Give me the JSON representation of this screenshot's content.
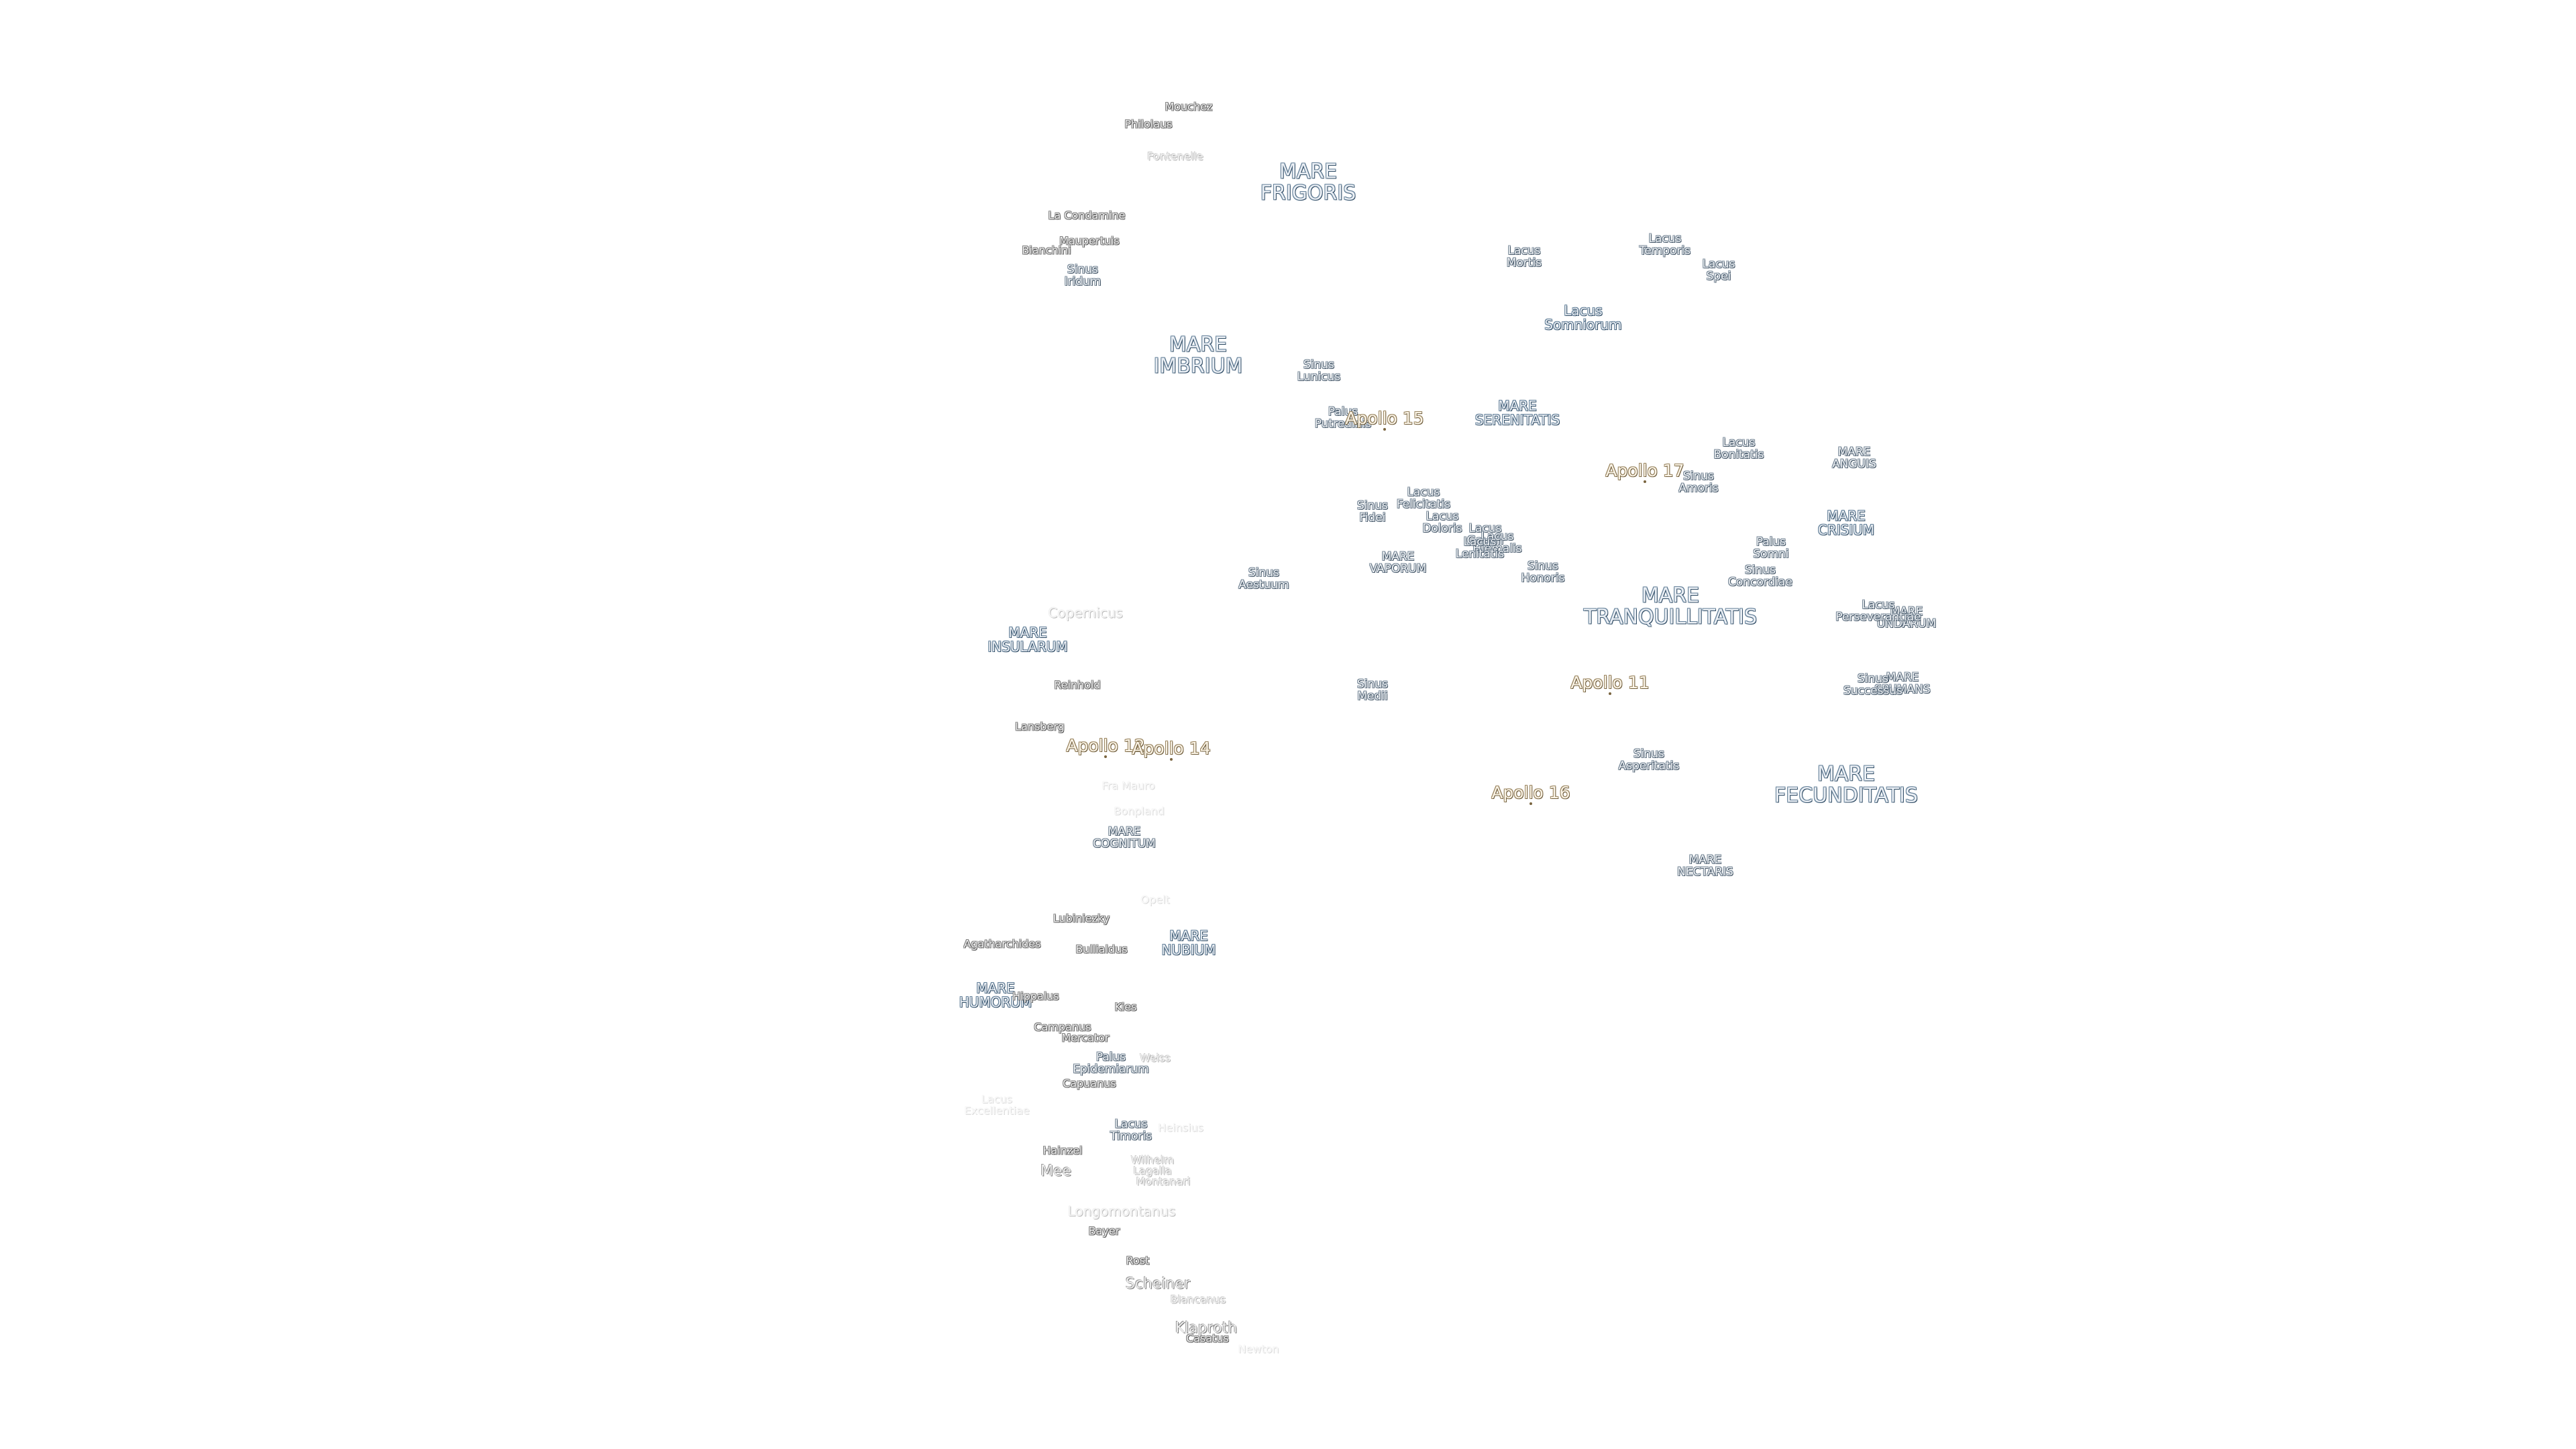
{
  "labels": [
    {
      "text": [
        "MARE",
        "FRIGORIS"
      ],
      "kind": "sea",
      "name": "label-mare-frigoris"
    },
    {
      "text": [
        "MARE",
        "IMBRIUM"
      ],
      "kind": "sea",
      "name": "label-mare-imbrium"
    },
    {
      "text": [
        "MARE",
        "SERENITATIS"
      ],
      "kind": "sea-sm",
      "name": "label-mare-serenitatis"
    },
    {
      "text": [
        "MARE",
        "TRANQUILLITATIS"
      ],
      "kind": "sea",
      "name": "label-mare-tranquillitatis"
    },
    {
      "text": [
        "MARE",
        "CRISIUM"
      ],
      "kind": "sea-sm",
      "name": "label-mare-crisium"
    },
    {
      "text": [
        "MARE",
        "FECUNDITATIS"
      ],
      "kind": "sea",
      "name": "label-mare-fecunditatis"
    },
    {
      "text": [
        "MARE",
        "NECTARIS"
      ],
      "kind": "minor",
      "name": "label-mare-nectaris"
    },
    {
      "text": [
        "MARE",
        "INSULARUM"
      ],
      "kind": "sea-sm",
      "name": "label-mare-insularum"
    },
    {
      "text": [
        "MARE",
        "COGNITUM"
      ],
      "kind": "minor",
      "name": "label-mare-cognitum"
    },
    {
      "text": [
        "MARE",
        "NUBIUM"
      ],
      "kind": "sea-sm",
      "name": "label-mare-nubium"
    },
    {
      "text": [
        "MARE",
        "HUMORUM"
      ],
      "kind": "sea-sm",
      "name": "label-mare-humorum"
    },
    {
      "text": [
        "MARE",
        "VAPORUM"
      ],
      "kind": "minor",
      "name": "label-mare-vaporum"
    },
    {
      "text": [
        "MARE",
        "ANGUIS"
      ],
      "kind": "minor",
      "name": "label-mare-anguis"
    },
    {
      "text": [
        "MARE",
        "UNDARUM"
      ],
      "kind": "minor",
      "name": "label-mare-undarum"
    },
    {
      "text": [
        "MARE",
        "SPUMANS"
      ],
      "kind": "minor",
      "name": "label-mare-spumans"
    },
    {
      "text": [
        "Lacus",
        "Mortis"
      ],
      "kind": "minor",
      "name": "label-lacus-mortis"
    },
    {
      "text": [
        "Lacus",
        "Temporis"
      ],
      "kind": "minor",
      "name": "label-lacus-temporis"
    },
    {
      "text": [
        "Lacus",
        "Spei"
      ],
      "kind": "minor",
      "name": "label-lacus-spei"
    },
    {
      "text": [
        "Lacus",
        "Somniorum"
      ],
      "kind": "sea-sm",
      "name": "label-lacus-somniorum"
    },
    {
      "text": [
        "Lacus",
        "Bonitatis"
      ],
      "kind": "minor",
      "name": "label-lacus-bonitatis"
    },
    {
      "text": [
        "Lacus",
        "Felicitatis"
      ],
      "kind": "minor",
      "name": "label-lacus-felicitatis"
    },
    {
      "text": [
        "Lacus",
        "Doloris"
      ],
      "kind": "minor",
      "name": "label-lacus-doloris"
    },
    {
      "text": [
        "Lacus",
        "Gaudii"
      ],
      "kind": "minor",
      "name": "label-lacus-gaudii"
    },
    {
      "text": [
        "Lacus",
        "Hiemalis"
      ],
      "kind": "minor",
      "name": "label-lacus-hiemalis"
    },
    {
      "text": [
        "Lacus",
        "Lenitatis"
      ],
      "kind": "minor",
      "name": "label-lacus-lenitatis"
    },
    {
      "text": [
        "Lacus",
        "Perseverantiae"
      ],
      "kind": "minor",
      "name": "label-lacus-perseverantiae"
    },
    {
      "text": [
        "Lacus",
        "Timoris"
      ],
      "kind": "minor",
      "name": "label-lacus-timoris"
    },
    {
      "text": [
        "Lacus",
        "Excellentiae"
      ],
      "kind": "vfaint",
      "name": "label-lacus-excellentiae"
    },
    {
      "text": [
        "Sinus",
        "Iridum"
      ],
      "kind": "minor",
      "name": "label-sinus-iridum"
    },
    {
      "text": [
        "Sinus",
        "Lunicus"
      ],
      "kind": "minor",
      "name": "label-sinus-lunicus"
    },
    {
      "text": [
        "Sinus",
        "Amoris"
      ],
      "kind": "minor",
      "name": "label-sinus-amoris"
    },
    {
      "text": [
        "Sinus",
        "Fidei"
      ],
      "kind": "minor",
      "name": "label-sinus-fidei"
    },
    {
      "text": [
        "Sinus",
        "Honoris"
      ],
      "kind": "minor",
      "name": "label-sinus-honoris"
    },
    {
      "text": [
        "Sinus",
        "Aestuum"
      ],
      "kind": "minor",
      "name": "label-sinus-aestuum"
    },
    {
      "text": [
        "Sinus",
        "Concordiae"
      ],
      "kind": "minor",
      "name": "label-sinus-concordiae"
    },
    {
      "text": [
        "Sinus",
        "Medii"
      ],
      "kind": "minor",
      "name": "label-sinus-medii"
    },
    {
      "text": [
        "Sinus",
        "Successus"
      ],
      "kind": "minor",
      "name": "label-sinus-successus"
    },
    {
      "text": [
        "Sinus",
        "Asperitatis"
      ],
      "kind": "minor",
      "name": "label-sinus-asperitatis"
    },
    {
      "text": [
        "Palus",
        "Putredinis"
      ],
      "kind": "minor",
      "name": "label-palus-putredinis"
    },
    {
      "text": [
        "Palus",
        "Somni"
      ],
      "kind": "minor",
      "name": "label-palus-somni"
    },
    {
      "text": [
        "Palus",
        "Epidemiarum"
      ],
      "kind": "minor",
      "name": "label-palus-epidemiarum"
    },
    {
      "text": [
        "Mouchez"
      ],
      "kind": "crater",
      "name": "label-mouchez"
    },
    {
      "text": [
        "Philolaus"
      ],
      "kind": "crater",
      "name": "label-philolaus"
    },
    {
      "text": [
        "Fontenelle"
      ],
      "kind": "faint",
      "name": "label-fontenelle"
    },
    {
      "text": [
        "La Condamine"
      ],
      "kind": "crater",
      "name": "label-la-condamine"
    },
    {
      "text": [
        "Maupertuis"
      ],
      "kind": "crater",
      "name": "label-maupertuis"
    },
    {
      "text": [
        "Bianchini"
      ],
      "kind": "crater",
      "name": "label-bianchini"
    },
    {
      "text": [
        "Copernicus"
      ],
      "kind": "faint-lg",
      "name": "label-copernicus"
    },
    {
      "text": [
        "Reinhold"
      ],
      "kind": "crater",
      "name": "label-reinhold"
    },
    {
      "text": [
        "Lansberg"
      ],
      "kind": "crater",
      "name": "label-lansberg"
    },
    {
      "text": [
        "Fra Mauro"
      ],
      "kind": "vfaint",
      "name": "label-fra-mauro"
    },
    {
      "text": [
        "Bonpland"
      ],
      "kind": "vfaint",
      "name": "label-bonpland"
    },
    {
      "text": [
        "Opelt"
      ],
      "kind": "vfaint",
      "name": "label-opelt"
    },
    {
      "text": [
        "Lubiniezky"
      ],
      "kind": "crater",
      "name": "label-lubiniezky"
    },
    {
      "text": [
        "Agatharchides"
      ],
      "kind": "crater",
      "name": "label-agatharchides"
    },
    {
      "text": [
        "Bullialdus"
      ],
      "kind": "crater",
      "name": "label-bullialdus"
    },
    {
      "text": [
        "Hippalus"
      ],
      "kind": "crater",
      "name": "label-hippalus"
    },
    {
      "text": [
        "Kies"
      ],
      "kind": "crater",
      "name": "label-kies"
    },
    {
      "text": [
        "Campanus"
      ],
      "kind": "crater",
      "name": "label-campanus"
    },
    {
      "text": [
        "Mercator"
      ],
      "kind": "crater",
      "name": "label-mercator"
    },
    {
      "text": [
        "Weiss"
      ],
      "kind": "faint",
      "name": "label-weiss"
    },
    {
      "text": [
        "Capuanus"
      ],
      "kind": "crater",
      "name": "label-capuanus"
    },
    {
      "text": [
        "Hainzel"
      ],
      "kind": "crater",
      "name": "label-hainzel"
    },
    {
      "text": [
        "Mee"
      ],
      "kind": "crater-lg",
      "name": "label-mee"
    },
    {
      "text": [
        "Wilhelm"
      ],
      "kind": "faint",
      "name": "label-wilhelm"
    },
    {
      "text": [
        "Lagalla"
      ],
      "kind": "faint",
      "name": "label-lagalla"
    },
    {
      "text": [
        "Montanari"
      ],
      "kind": "faint",
      "name": "label-montanari"
    },
    {
      "text": [
        "Heinsius"
      ],
      "kind": "vfaint",
      "name": "label-heinsius"
    },
    {
      "text": [
        "Longomontanus"
      ],
      "kind": "faint-lg",
      "name": "label-longomontanus"
    },
    {
      "text": [
        "Bayer"
      ],
      "kind": "crater",
      "name": "label-bayer"
    },
    {
      "text": [
        "Rost"
      ],
      "kind": "crater",
      "name": "label-rost"
    },
    {
      "text": [
        "Scheiner"
      ],
      "kind": "crater-lg",
      "name": "label-scheiner"
    },
    {
      "text": [
        "Blancanus"
      ],
      "kind": "faint",
      "name": "label-blancanus"
    },
    {
      "text": [
        "Klaproth"
      ],
      "kind": "crater-lg",
      "name": "label-klaproth"
    },
    {
      "text": [
        "Casatus"
      ],
      "kind": "crater",
      "name": "label-casatus"
    },
    {
      "text": [
        "Newton"
      ],
      "kind": "vfaint",
      "name": "label-newton"
    },
    {
      "text": [
        "Apollo 15"
      ],
      "kind": "apollo",
      "name": "label-apollo-15"
    },
    {
      "text": [
        "Apollo 17"
      ],
      "kind": "apollo",
      "name": "label-apollo-17"
    },
    {
      "text": [
        "Apollo 11"
      ],
      "kind": "apollo",
      "name": "label-apollo-11"
    },
    {
      "text": [
        "Apollo 12"
      ],
      "kind": "apollo",
      "name": "label-apollo-12"
    },
    {
      "text": [
        "Apollo 14"
      ],
      "kind": "apollo",
      "name": "label-apollo-14"
    },
    {
      "text": [
        "Apollo 16"
      ],
      "kind": "apollo",
      "name": "label-apollo-16"
    }
  ]
}
